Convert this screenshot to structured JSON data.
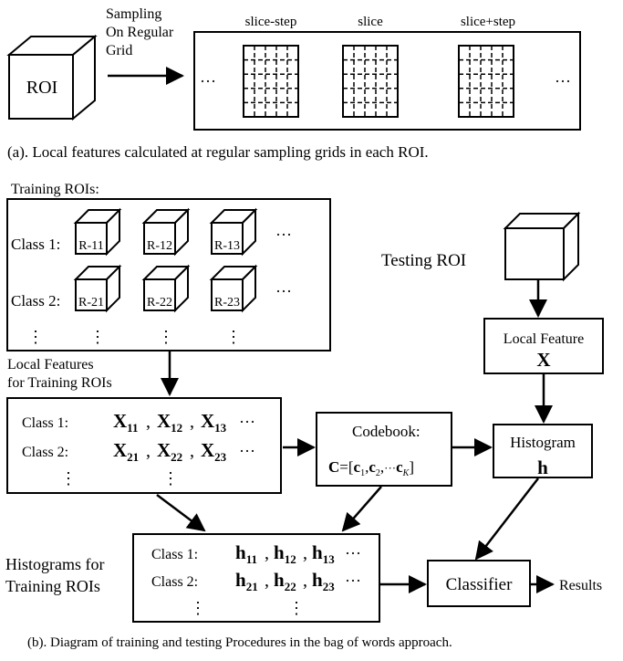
{
  "panel_a": {
    "roi": "ROI",
    "sampling": [
      "Sampling",
      "On Regular",
      "Grid"
    ],
    "slice_labels": [
      "slice-step",
      "slice",
      "slice+step"
    ],
    "ellipsis": "···",
    "caption": "(a). Local features calculated at regular sampling grids in each ROI."
  },
  "panel_b": {
    "training_title": "Training ROIs:",
    "class1": "Class 1:",
    "class2": "Class 2:",
    "roi_row1": [
      "R-11",
      "R-12",
      "R-13"
    ],
    "roi_row2": [
      "R-21",
      "R-22",
      "R-23"
    ],
    "dots_h": "···",
    "dots_v": "⋮",
    "local_features_title": [
      "Local Features",
      "for Training ROIs"
    ],
    "features_row1": {
      "letter": "X",
      "subs": [
        "11",
        "12",
        "13"
      ]
    },
    "features_row2": {
      "letter": "X",
      "subs": [
        "21",
        "22",
        "23"
      ]
    },
    "codebook_title": "Codebook:",
    "codebook_formula": {
      "lhs": "C",
      "eq": "=[",
      "c": "c",
      "s1": "1",
      "s2": "2",
      "dots": "···",
      "sK": "K",
      "close": "]"
    },
    "testing_roi": "Testing ROI",
    "local_feature": "Local Feature",
    "local_feature_var": "X",
    "histogram": "Histogram",
    "histogram_var": "h",
    "histograms_title": [
      "Histograms for",
      "Training ROIs"
    ],
    "hist_row1": {
      "letter": "h",
      "subs": [
        "11",
        "12",
        "13"
      ]
    },
    "hist_row2": {
      "letter": "h",
      "subs": [
        "21",
        "22",
        "23"
      ]
    },
    "classifier": "Classifier",
    "results": "Results",
    "caption": "(b). Diagram of training and testing Procedures in the bag of words approach."
  }
}
